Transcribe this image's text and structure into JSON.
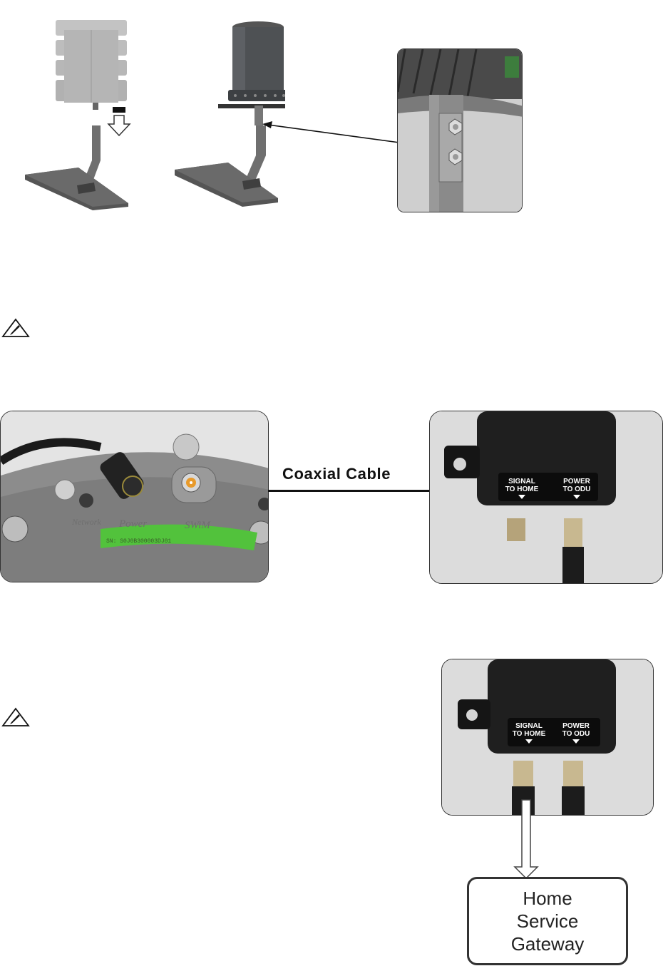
{
  "figure1": {
    "bracket_step": {},
    "mounted_step": {},
    "closeup": {}
  },
  "notes": [
    {
      "icon": "pencil-note-icon"
    },
    {
      "icon": "pencil-note-icon"
    }
  ],
  "figure2": {
    "cable_label": "Coaxial Cable",
    "odu_port_labels": {
      "network": "Network",
      "power": "Power",
      "swim": "SWiM",
      "serial": "SN: S0J0B300003DJ01"
    },
    "injector": {
      "signal_label_line1": "SIGNAL",
      "signal_label_line2": "TO HOME",
      "power_label_line1": "POWER",
      "power_label_line2": "TO ODU"
    }
  },
  "figure3": {
    "injector": {
      "signal_label_line1": "SIGNAL",
      "signal_label_line2": "TO HOME",
      "power_label_line1": "POWER",
      "power_label_line2": "TO ODU"
    },
    "gateway_lines": [
      "Home",
      "Service",
      "Gateway"
    ]
  },
  "colors": {
    "outline": "#333333",
    "device_gray": "#8a8a8a",
    "device_dark": "#4a4d50",
    "injector_black": "#1a1a1a",
    "sn_green": "#52c23c"
  }
}
